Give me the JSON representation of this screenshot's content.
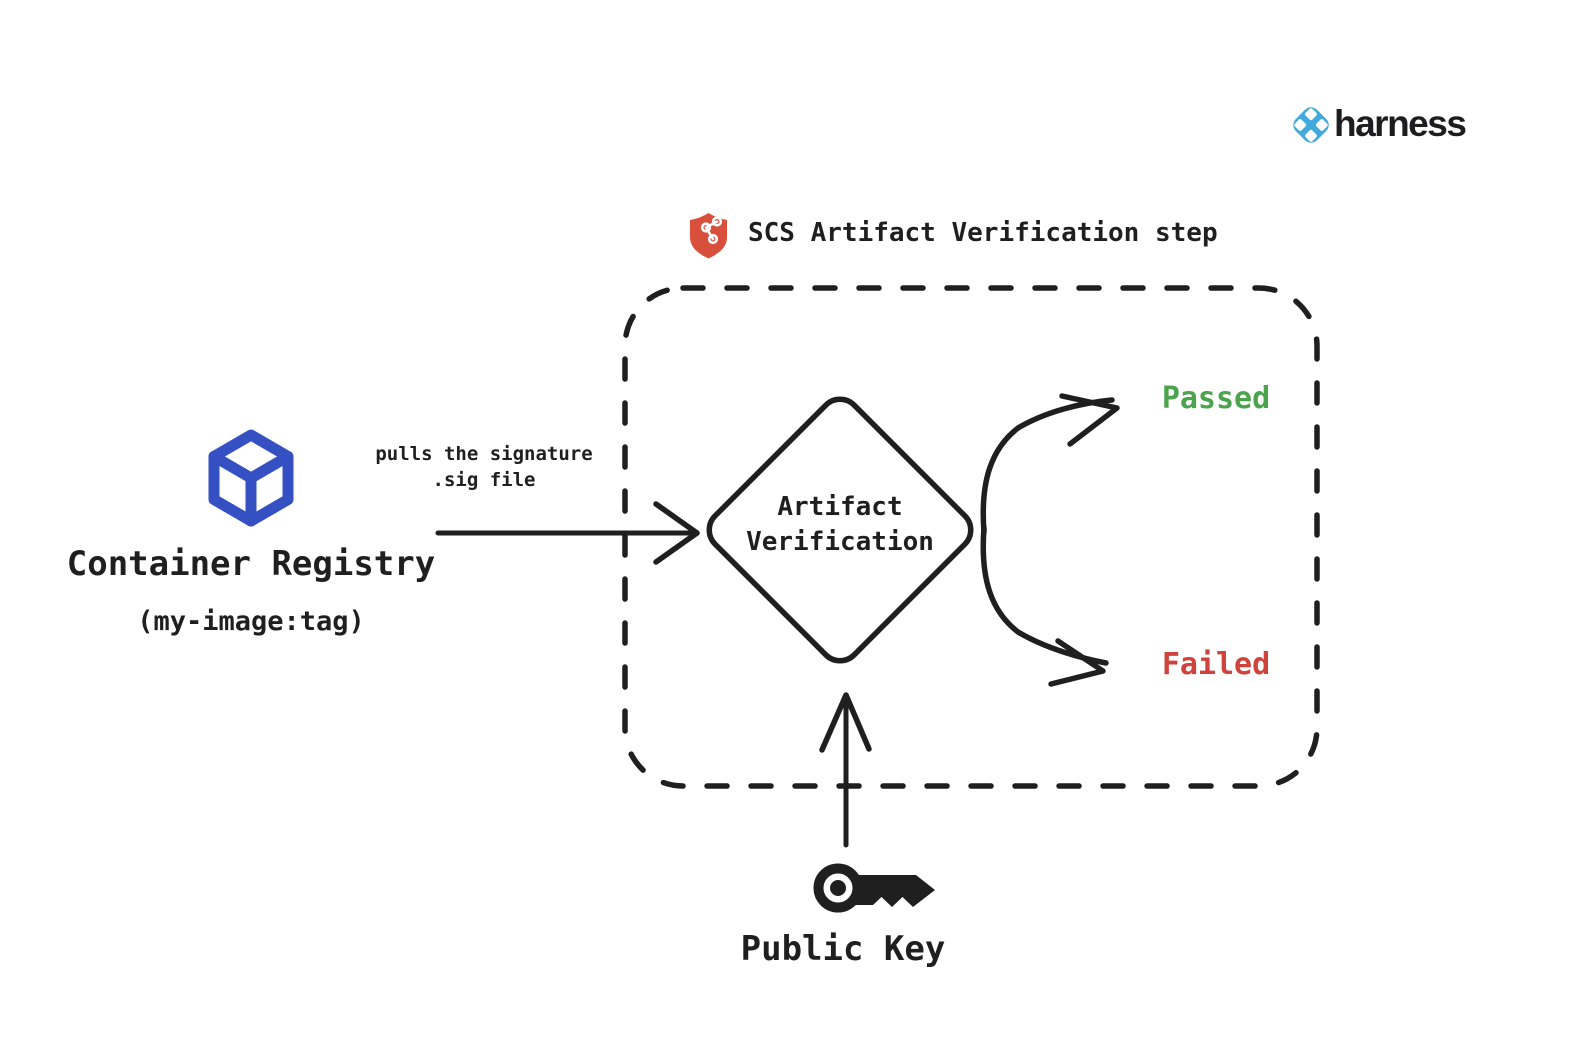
{
  "colors": {
    "ink": "#1f1f1f",
    "background": "#ffffff",
    "registry_blue": "#3450c2",
    "shield_red": "#d8503c",
    "harness_blue": "#42a9dd",
    "harness_text": "#1d1d1f",
    "passed_green": "#4ba44c",
    "failed_red": "#d0423c"
  },
  "brand": {
    "wordmark": "harness"
  },
  "step": {
    "title": "SCS Artifact Verification step"
  },
  "registry": {
    "label": "Container Registry",
    "sublabel": "(my-image:tag)"
  },
  "edge": {
    "label_line1": "pulls the signature",
    "label_line2": ".sig file"
  },
  "decision": {
    "line1": "Artifact",
    "line2": "Verification"
  },
  "outcomes": {
    "passed": "Passed",
    "failed": "Failed"
  },
  "public_key": {
    "label": "Public Key"
  }
}
